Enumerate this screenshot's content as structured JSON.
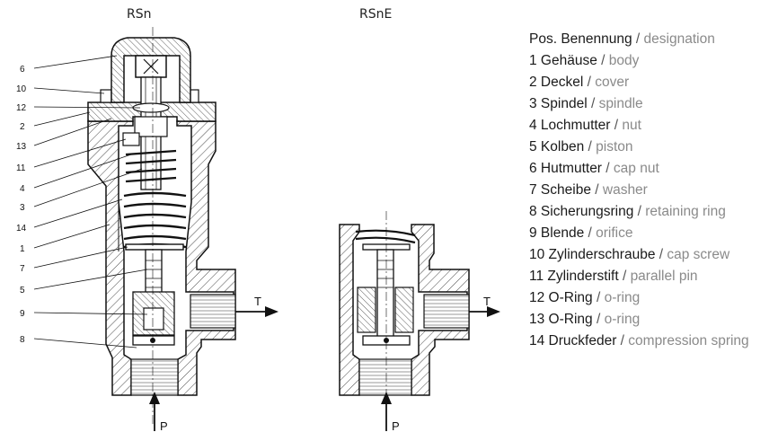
{
  "views": [
    {
      "id": "rsn",
      "title": "RSn"
    },
    {
      "id": "rsne",
      "title": "RSnE"
    }
  ],
  "callouts": [
    "6",
    "10",
    "12",
    "2",
    "13",
    "11",
    "4",
    "3",
    "14",
    "1",
    "7",
    "5",
    "9",
    "8"
  ],
  "ports": {
    "tank": "T",
    "pressure": "P"
  },
  "legend": {
    "header": {
      "de": "Pos. Benennung",
      "en": "designation"
    },
    "items": [
      {
        "de": "1 Gehäuse",
        "en": "body"
      },
      {
        "de": "2 Deckel",
        "en": "cover"
      },
      {
        "de": "3 Spindel",
        "en": "spindle"
      },
      {
        "de": "4 Lochmutter",
        "en": "nut"
      },
      {
        "de": "5 Kolben",
        "en": "piston"
      },
      {
        "de": "6 Hutmutter",
        "en": "cap nut"
      },
      {
        "de": "7 Scheibe",
        "en": "washer"
      },
      {
        "de": "8 Sicherungsring",
        "en": "retaining ring"
      },
      {
        "de": "9 Blende",
        "en": "orifice"
      },
      {
        "de": "10 Zylinderschraube",
        "en": "cap screw"
      },
      {
        "de": "11 Zylinderstift",
        "en": "parallel pin"
      },
      {
        "de": "12 O-Ring",
        "en": "o-ring"
      },
      {
        "de": "13 O-Ring",
        "en": "o-ring"
      },
      {
        "de": "14 Druckfeder",
        "en": "compression spring"
      }
    ]
  }
}
